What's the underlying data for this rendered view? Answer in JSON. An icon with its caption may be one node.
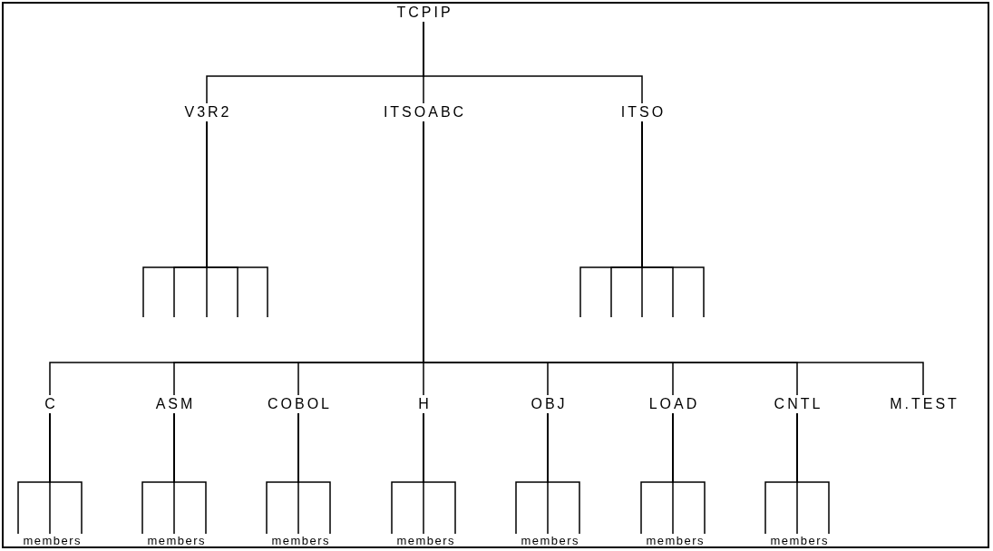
{
  "diagram": {
    "nodes": [
      {
        "text": [
          "TCPIP"
        ]
      },
      {
        "text": [
          "V3R2"
        ]
      },
      {
        "text": [
          "ITSOABC"
        ]
      },
      {
        "text": [
          "ITSO"
        ]
      },
      {
        "text": [
          "C"
        ]
      },
      {
        "text": [
          "ASM"
        ]
      },
      {
        "text": [
          "COBOL"
        ]
      },
      {
        "text": [
          "H"
        ]
      },
      {
        "text": [
          "OBJ"
        ]
      },
      {
        "text": [
          "LOAD"
        ]
      },
      {
        "text": [
          "CNTL"
        ]
      },
      {
        "text": [
          "M.TEST"
        ]
      },
      {
        "text": [
          "members"
        ]
      },
      {
        "text": [
          "members"
        ]
      },
      {
        "text": [
          "members"
        ]
      },
      {
        "text": [
          "members"
        ]
      },
      {
        "text": [
          "members"
        ]
      },
      {
        "text": [
          "members"
        ]
      },
      {
        "text": [
          "members"
        ]
      }
    ],
    "edges": [
      {
        "from": 0,
        "to": 1,
        "arrow": "none"
      },
      {
        "from": 0,
        "to": 2,
        "arrow": "none"
      },
      {
        "from": 0,
        "to": 3,
        "arrow": "none"
      },
      {
        "from": 1,
        "to": null,
        "arrow": "none"
      },
      {
        "from": 1,
        "to": null,
        "arrow": "none"
      },
      {
        "from": 1,
        "to": null,
        "arrow": "none"
      },
      {
        "from": 1,
        "to": null,
        "arrow": "none"
      },
      {
        "from": 1,
        "to": null,
        "arrow": "none"
      },
      {
        "from": 3,
        "to": null,
        "arrow": "none"
      },
      {
        "from": 3,
        "to": null,
        "arrow": "none"
      },
      {
        "from": 3,
        "to": null,
        "arrow": "none"
      },
      {
        "from": 3,
        "to": null,
        "arrow": "none"
      },
      {
        "from": 3,
        "to": null,
        "arrow": "none"
      },
      {
        "from": 2,
        "to": 4,
        "arrow": "none"
      },
      {
        "from": 2,
        "to": 5,
        "arrow": "none"
      },
      {
        "from": 2,
        "to": 6,
        "arrow": "none"
      },
      {
        "from": 2,
        "to": 7,
        "arrow": "none"
      },
      {
        "from": 2,
        "to": 8,
        "arrow": "none"
      },
      {
        "from": 2,
        "to": 9,
        "arrow": "none"
      },
      {
        "from": 2,
        "to": 10,
        "arrow": "none"
      },
      {
        "from": 2,
        "to": 11,
        "arrow": "none"
      },
      {
        "from": 4,
        "to": 12,
        "arrow": "none"
      },
      {
        "from": 4,
        "to": 12,
        "arrow": "none"
      },
      {
        "from": 4,
        "to": 12,
        "arrow": "none"
      },
      {
        "from": 5,
        "to": 13,
        "arrow": "none"
      },
      {
        "from": 5,
        "to": 13,
        "arrow": "none"
      },
      {
        "from": 5,
        "to": 13,
        "arrow": "none"
      },
      {
        "from": 6,
        "to": 14,
        "arrow": "none"
      },
      {
        "from": 6,
        "to": 14,
        "arrow": "none"
      },
      {
        "from": 6,
        "to": 14,
        "arrow": "none"
      },
      {
        "from": 7,
        "to": 15,
        "arrow": "none"
      },
      {
        "from": 7,
        "to": 15,
        "arrow": "none"
      },
      {
        "from": 7,
        "to": 15,
        "arrow": "none"
      },
      {
        "from": 8,
        "to": 16,
        "arrow": "none"
      },
      {
        "from": 8,
        "to": 16,
        "arrow": "none"
      },
      {
        "from": 8,
        "to": 16,
        "arrow": "none"
      },
      {
        "from": 9,
        "to": 17,
        "arrow": "none"
      },
      {
        "from": 9,
        "to": 17,
        "arrow": "none"
      },
      {
        "from": 9,
        "to": 17,
        "arrow": "none"
      },
      {
        "from": 10,
        "to": 18,
        "arrow": "none"
      },
      {
        "from": 10,
        "to": 18,
        "arrow": "none"
      },
      {
        "from": 10,
        "to": 18,
        "arrow": "none"
      }
    ]
  }
}
